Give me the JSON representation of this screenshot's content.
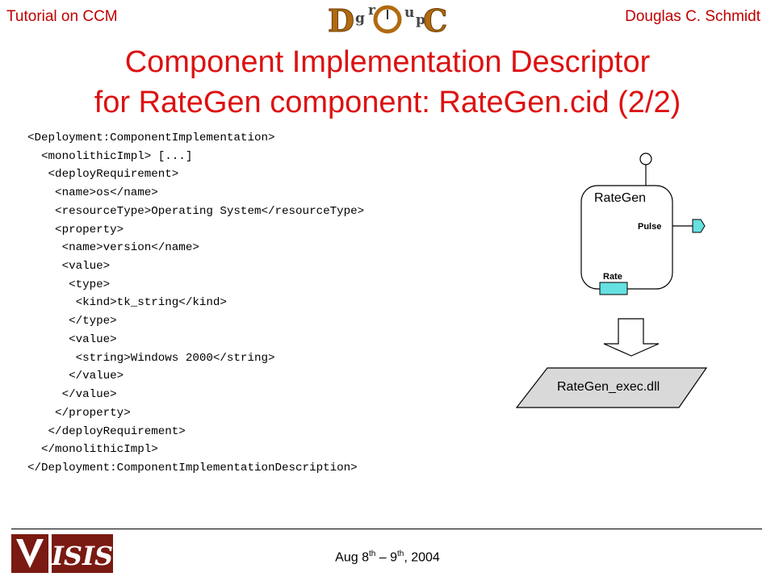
{
  "header": {
    "left": "Tutorial on CCM",
    "right": "Douglas C. Schmidt",
    "logo_text": {
      "d": "D",
      "o": "O",
      "c": "C",
      "g": "g",
      "r": "r",
      "u": "u",
      "p": "p"
    }
  },
  "title": {
    "line1": "Component Implementation Descriptor",
    "line2": "for RateGen component: RateGen.cid (2/2)"
  },
  "code_lines": [
    "<Deployment:ComponentImplementation>",
    "  <monolithicImpl> [...]",
    "   <deployRequirement>",
    "    <name>os</name>",
    "    <resourceType>Operating System</resourceType>",
    "    <property>",
    "     <name>version</name>",
    "     <value>",
    "      <type>",
    "       <kind>tk_string</kind>",
    "      </type>",
    "      <value>",
    "       <string>Windows 2000</string>",
    "      </value>",
    "     </value>",
    "    </property>",
    "   </deployRequirement>",
    "  </monolithicImpl>",
    "</Deployment:ComponentImplementationDescription>"
  ],
  "diagram": {
    "component_name": "RateGen",
    "port_pulse": "Pulse",
    "port_rate": "Rate",
    "artifact": "RateGen_exec.dll",
    "colors": {
      "port_fill": "#66e0e0",
      "artifact_fill": "#d9d9d9"
    }
  },
  "footer": {
    "date_part1": "Aug 8",
    "date_sup1": "th",
    "date_part2": " – 9",
    "date_sup2": "th",
    "date_part3": ", 2004",
    "logo_text": "ISIS"
  }
}
